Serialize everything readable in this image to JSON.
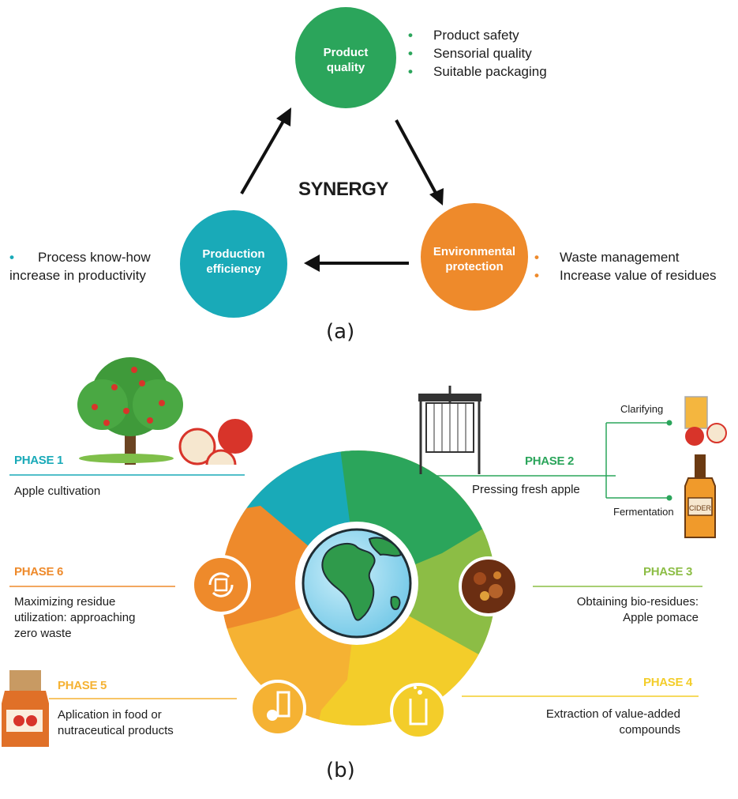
{
  "part_a": {
    "center_label": "SYNERGY",
    "caption": "(a)",
    "product_quality": {
      "title_line1": "Product",
      "title_line2": "quality",
      "color": "#2ba55b",
      "bullets": [
        "Product safety",
        "Sensorial quality",
        "Suitable packaging"
      ]
    },
    "environmental_protection": {
      "title_line1": "Environmental",
      "title_line2": "protection",
      "color": "#ee8a2b",
      "bullets": [
        "Waste management",
        "Increase value of residues"
      ]
    },
    "production_efficiency": {
      "title_line1": "Production",
      "title_line2": "efficiency",
      "color": "#19aab8",
      "bullet_line1": "Process know-how",
      "bullet_line2": "increase in productivity"
    }
  },
  "part_b": {
    "caption": "(b)",
    "phase1": {
      "title": "PHASE 1",
      "desc": "Apple cultivation",
      "color": "#19aab8"
    },
    "phase2": {
      "title": "PHASE 2",
      "desc": "Pressing fresh apple",
      "color": "#2ba55b",
      "branch_top": "Clarifying",
      "branch_bottom": "Fermentation",
      "bottle_label": "CIDER"
    },
    "phase3": {
      "title": "PHASE 3",
      "desc_line1": "Obtaining bio-residues:",
      "desc_line2": "Apple pomace",
      "color": "#8cbd45"
    },
    "phase4": {
      "title": "PHASE 4",
      "desc_line1": "Extraction of value-added",
      "desc_line2": "compounds",
      "color": "#f3cd2a"
    },
    "phase5": {
      "title": "PHASE 5",
      "desc_line1": "Aplication in food or",
      "desc_line2": "nutraceutical products",
      "color": "#f5b233"
    },
    "phase6": {
      "title": "PHASE 6",
      "desc_line1": "Maximizing residue",
      "desc_line2": "utilization: approaching",
      "desc_line3": "zero waste",
      "color": "#ee8a2b"
    }
  }
}
